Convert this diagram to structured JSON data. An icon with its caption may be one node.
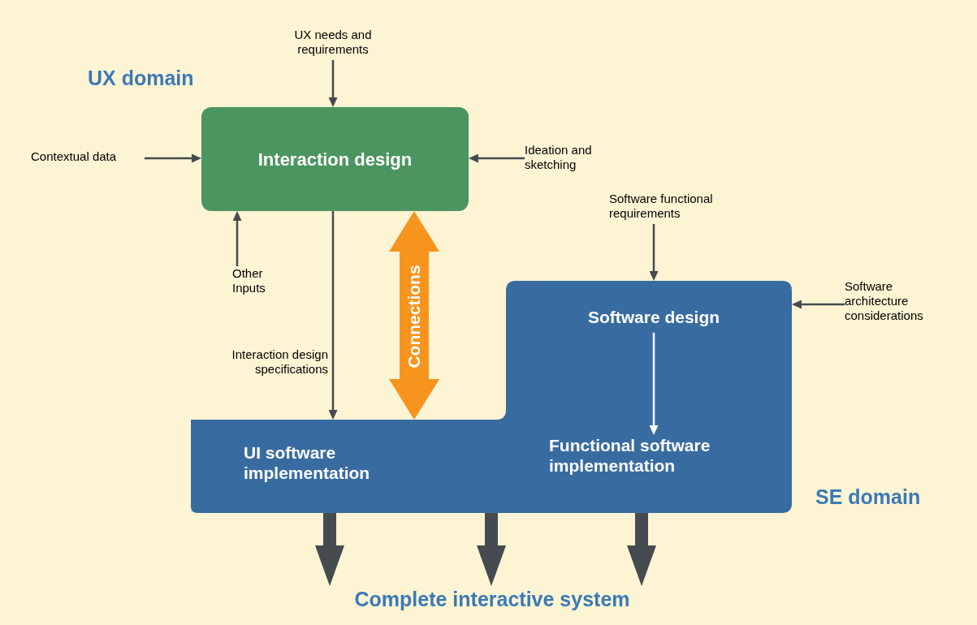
{
  "diagram": {
    "nodes": [
      {
        "text": [
          "Interaction design"
        ]
      },
      {
        "text": [
          "UX needs and requirements"
        ]
      },
      {
        "text": [
          "Contextual data"
        ]
      },
      {
        "text": [
          "Ideation and sketching"
        ]
      },
      {
        "text": [
          "Other Inputs"
        ]
      },
      {
        "text": [],
        "shape": "box"
      },
      {
        "text": [
          "Software design"
        ],
        "in": 5
      },
      {
        "text": [
          "UI software implementation"
        ],
        "in": 5
      },
      {
        "text": [
          "Functional software implementation"
        ],
        "in": 5
      },
      {
        "text": [
          "Software functional requirements"
        ]
      },
      {
        "text": [
          "Software architecture considerations"
        ]
      },
      {
        "text": [
          "Complete interactive system"
        ]
      }
    ],
    "edges": [
      {
        "from": 1,
        "to": 0,
        "arrow": "to"
      },
      {
        "from": 2,
        "to": 0,
        "arrow": "to"
      },
      {
        "from": 3,
        "to": 0,
        "arrow": "to"
      },
      {
        "from": 4,
        "to": 0,
        "arrow": "to"
      },
      {
        "from": 0,
        "to": 5,
        "arrow": "to",
        "label": "Interaction design specifications"
      },
      {
        "from": 0,
        "to": 5,
        "arrow": "both",
        "label": "Connections",
        "style": "thick",
        "color": "#f7941d"
      },
      {
        "from": 9,
        "to": 5,
        "arrow": "to"
      },
      {
        "from": 10,
        "to": 5,
        "arrow": "to"
      },
      {
        "from": 6,
        "to": 8,
        "arrow": "to",
        "color": "#ffffff"
      },
      {
        "from": 5,
        "to": 11,
        "arrow": "to",
        "style": "thick"
      },
      {
        "from": 5,
        "to": 11,
        "arrow": "to",
        "style": "thick"
      },
      {
        "from": 5,
        "to": 11,
        "arrow": "to",
        "style": "thick"
      }
    ],
    "labels": [
      "UX domain",
      "SE domain"
    ]
  }
}
